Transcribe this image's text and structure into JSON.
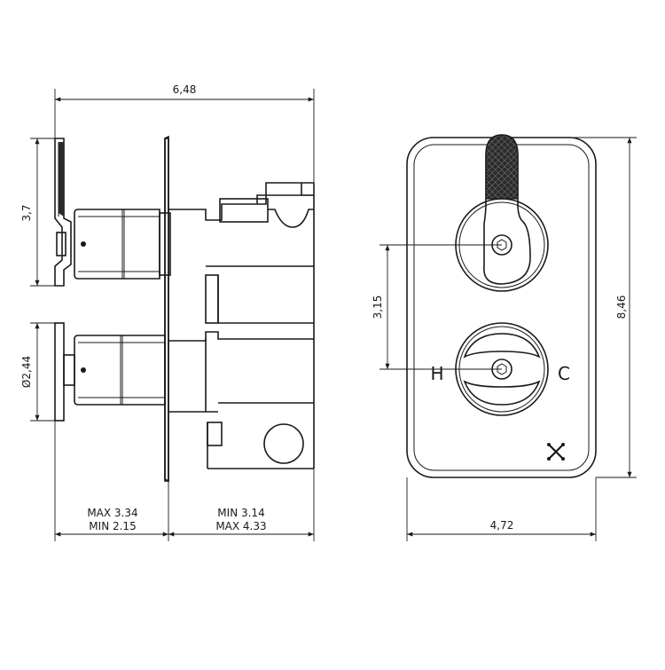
{
  "side_view": {
    "overall_width": "6,48",
    "lever_height": "3,7",
    "knob_diameter": "Ø2,44",
    "left_depth_max": "MAX 3.34",
    "left_depth_min": "MIN 2.15",
    "right_depth_min": "MIN 3.14",
    "right_depth_max": "MAX 4.33"
  },
  "front_view": {
    "spindle_spacing": "3,15",
    "plate_height": "8,46",
    "plate_width": "4,72",
    "hot_label": "H",
    "cold_label": "C"
  },
  "icons": {
    "brand_mark": "x-logo-icon"
  }
}
